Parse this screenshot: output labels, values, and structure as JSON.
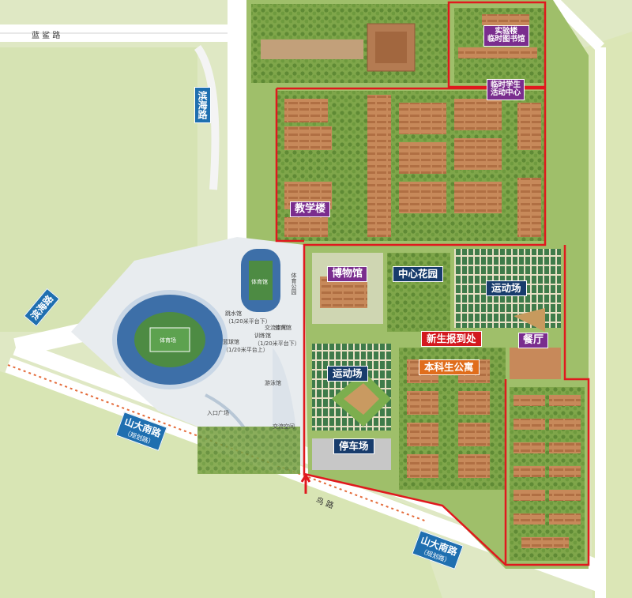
{
  "roads": {
    "north_road": "蓝 鲨 路",
    "binhai_road_top": "滨海路",
    "binhai_road_left": "滨海路",
    "shanda_south_left": "山大南路",
    "shanda_south_left_sub": "（规划路）",
    "shanda_south_right": "山大南路",
    "shanda_south_right_sub": "（规划路）",
    "south_road": "鸟 路"
  },
  "labels": {
    "lab_library_1": "实验楼",
    "lab_library_2": "临时图书馆",
    "student_center_1": "临时学生",
    "student_center_2": "活动中心",
    "teaching_building": "教学楼",
    "museum": "博物馆",
    "central_garden": "中心花园",
    "sports_field_east": "运动场",
    "registration": "新生报到处",
    "canteen": "餐厅",
    "sports_field_west": "运动场",
    "undergrad_dorm": "本科生公寓",
    "parking": "停车场"
  },
  "stadium_text": {
    "stadium": "体育场",
    "gym": "体育馆",
    "aquatic": "游泳馆",
    "hall_1": "跳水馆",
    "hall_1_sub": "（1/20米平台下）",
    "hall_2": "篮球馆",
    "hall_2_sub": "（1/20米平台上）",
    "hall_3": "训练馆",
    "hall_3_sub": "（1/20米平台下）",
    "hall_4": "体育馆",
    "hall_5": "交流空间",
    "hall_6": "交流空间",
    "plaza": "入口广场",
    "east_strip": "体育公园"
  }
}
